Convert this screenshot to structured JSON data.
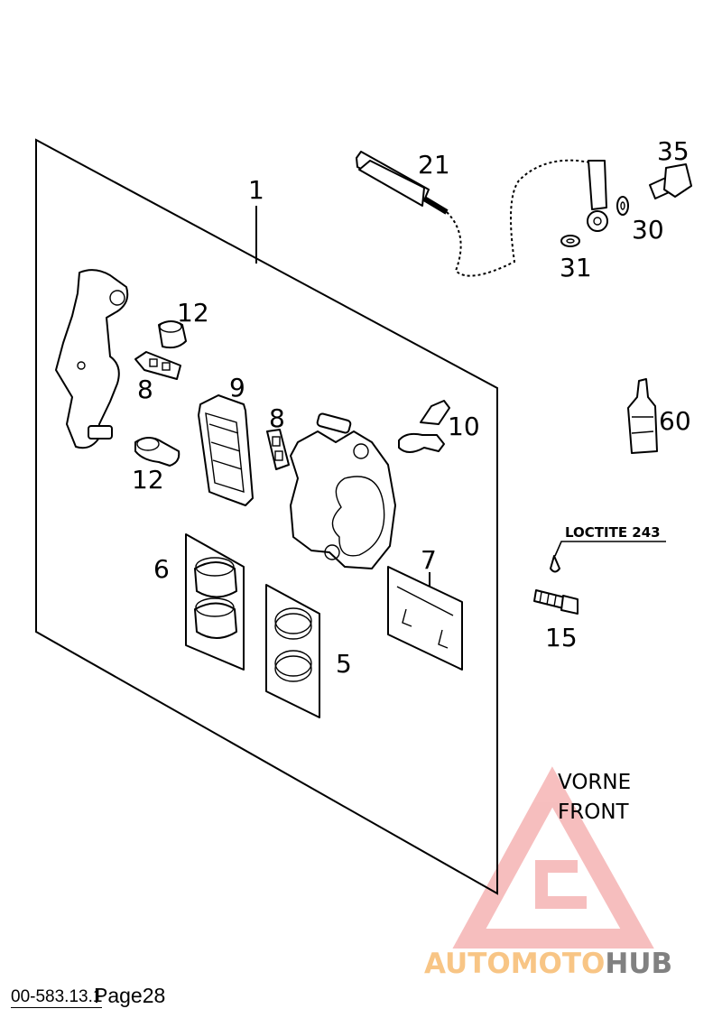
{
  "callouts": {
    "assembly": "1",
    "brake_line": "21",
    "banjo_bolt": "35",
    "washer_30": "30",
    "washer_31": "31",
    "bolt_12_top": "12",
    "bolt_12_bottom": "12",
    "clip_8_left": "8",
    "clip_8_right": "8",
    "brake_pads": "9",
    "bleeder_valve": "10",
    "pistons": "6",
    "seal_kit": "5",
    "pin_kit": "7",
    "threadlocker": "60",
    "mount_bolt": "15"
  },
  "loctite_label": "LOCTITE 243",
  "direction": {
    "line1": "VORNE",
    "line2": "FRONT"
  },
  "watermark": {
    "part1": "AUTOMOTO",
    "part2": "HUB",
    "color_red": "#f08a8a",
    "color_orange": "#f5b25c",
    "color_grey": "#6b6b6b"
  },
  "footer": {
    "code": "00-583.13.1",
    "page": "Page28"
  }
}
